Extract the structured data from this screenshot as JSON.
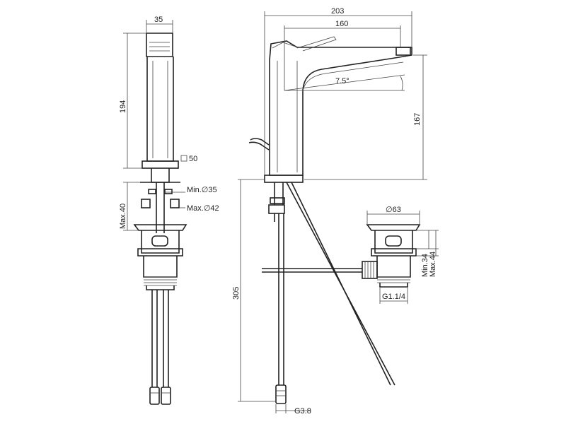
{
  "diagram": {
    "side_view": {
      "width": "35",
      "height": "194",
      "hole": "50",
      "min_diameter": "Min.∅35",
      "max_diameter": "Max.∅42",
      "max_thickness": "Max.40"
    },
    "front_view": {
      "total_length": "203",
      "reach": "160",
      "angle": "7.5°",
      "spout_height": "167",
      "hose_length": "305",
      "thread": "G3.8"
    },
    "waste": {
      "diameter": "∅63",
      "min_height": "Min.34",
      "max_height": "Max.44",
      "thread": "G1.1/4"
    }
  }
}
